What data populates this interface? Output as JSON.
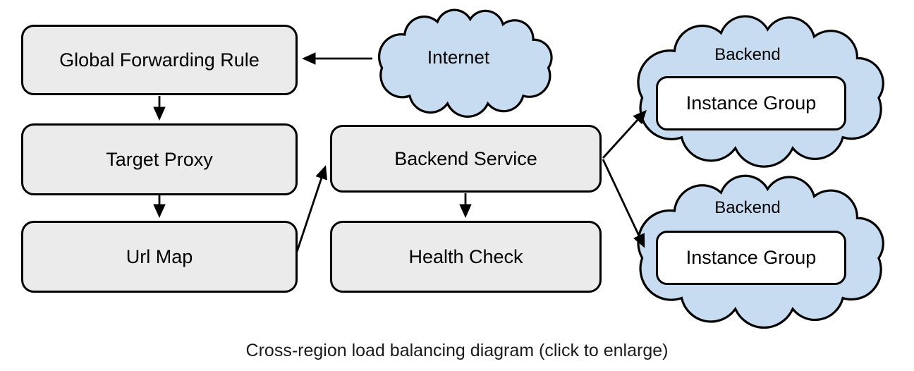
{
  "caption": "Cross-region load balancing diagram (click to enlarge)",
  "diagram": {
    "nodes": {
      "global_forwarding_rule": "Global Forwarding Rule",
      "target_proxy": "Target Proxy",
      "url_map": "Url Map",
      "backend_service": "Backend Service",
      "health_check": "Health Check",
      "instance_group_top": "Instance Group",
      "instance_group_bottom": "Instance Group"
    },
    "clouds": {
      "internet": "Internet",
      "backend_top": "Backend",
      "backend_bottom": "Backend"
    },
    "edges": [
      {
        "from": "internet",
        "to": "global_forwarding_rule"
      },
      {
        "from": "global_forwarding_rule",
        "to": "target_proxy"
      },
      {
        "from": "target_proxy",
        "to": "url_map"
      },
      {
        "from": "url_map",
        "to": "backend_service"
      },
      {
        "from": "backend_service",
        "to": "health_check"
      },
      {
        "from": "backend_service",
        "to": "instance_group_top"
      },
      {
        "from": "backend_service",
        "to": "instance_group_bottom"
      }
    ],
    "colors": {
      "node_fill": "#ebebeb",
      "node_border": "#000000",
      "cloud_fill": "#c8dcf1",
      "cloud_border": "#000000",
      "instance_fill": "#ffffff",
      "arrow": "#000000",
      "caption_text": "#1b1b1b",
      "background": "#ffffff"
    }
  }
}
